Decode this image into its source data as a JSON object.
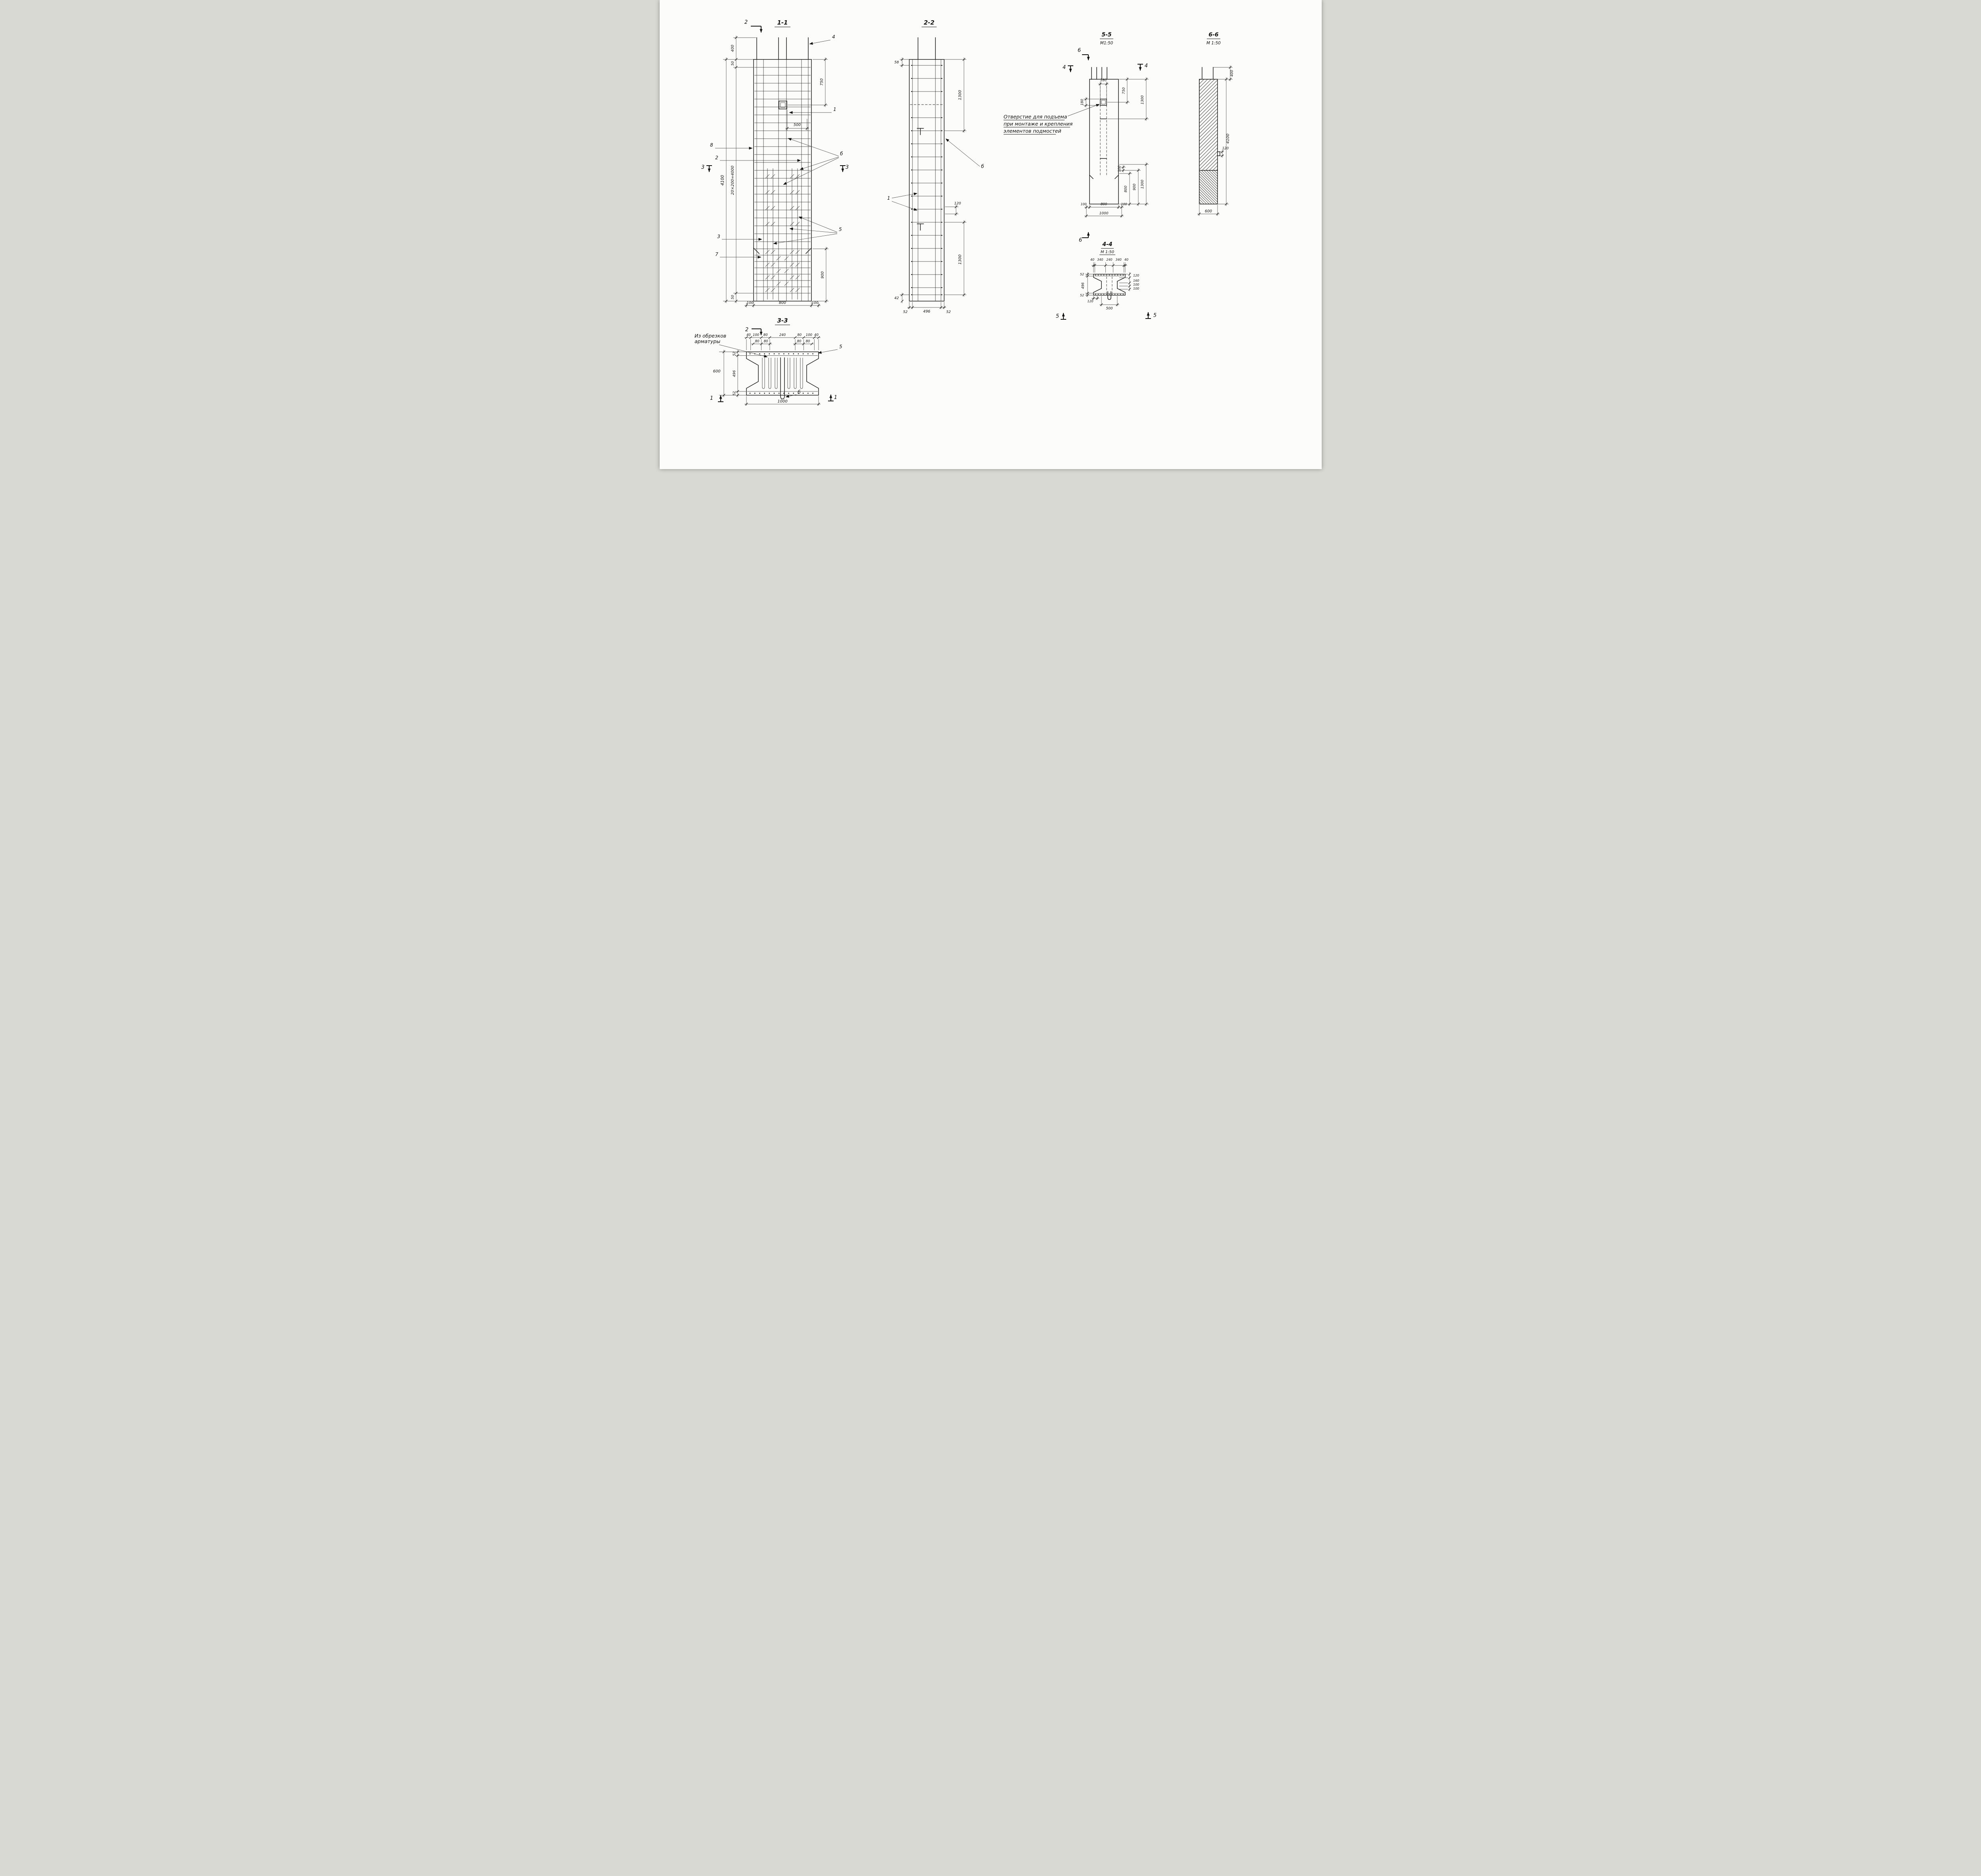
{
  "v11": {
    "title": "1-1",
    "marker_sec2": "2",
    "callout_4": "4",
    "callout_1": "1",
    "callout_8": "8",
    "callout_2": "2",
    "marker_sec3_left": "3",
    "marker_sec3_right": "3",
    "callout_b": "б",
    "callout_3": "3",
    "callout_7": "7",
    "callout_5": "5",
    "dim_top_bar": "400",
    "dim_cover_top": "50",
    "dim_to_hole": "750",
    "dim_hole_offset": "500",
    "dim_total": "4100",
    "dim_spacing": "20×200=4000",
    "dim_embed": "900",
    "dim_cover_bottom": "50",
    "dim_bottom_left": "100",
    "dim_bottom_mid": "800",
    "dim_bottom_right": "100"
  },
  "v22": {
    "title": "2-2",
    "dim_top": "58",
    "dim_upper": "1300",
    "dim_mid": "120",
    "dim_lower": "1300",
    "dim_bottom": "42",
    "dim_w_left": "52",
    "dim_w_mid": "496",
    "dim_w_right": "52",
    "callout_1": "1",
    "callout_b": "б"
  },
  "v33": {
    "title": "3-3",
    "note_line1": "Из обрезков",
    "note_line2": "арматуры",
    "dims_top": [
      "40",
      "100",
      "80",
      "240",
      "80",
      "100",
      "40"
    ],
    "dims_sub": [
      "80",
      "80",
      "80",
      "80"
    ],
    "dim_flange_top": "52",
    "dim_web": "496",
    "dim_flange_bottom": "52",
    "dim_height": "600",
    "dim_width": "1000",
    "marker_sec2": "2",
    "callout_5": "5",
    "callout_b": "б",
    "marker_sec1_left": "1",
    "marker_sec1_right": "1"
  },
  "v55": {
    "title": "5-5",
    "scale": "М1:50",
    "note_line1": "Отверстие для подъема",
    "note_line2": "при монтаже и крепления",
    "note_line3": "элементов подмостей",
    "dim_hole_w": "180",
    "dim_hole_h": "180",
    "dim_to_hole": "750",
    "dim_upper": "1300",
    "dim_step": "100",
    "dim_embed_800": "800",
    "dim_embed_900": "900",
    "dim_lower": "1300",
    "dim_bottom_left": "100",
    "dim_bottom_mid": "800",
    "dim_bottom_right": "100",
    "dim_bottom_total": "1000",
    "marker_sec6_top": "6",
    "marker_sec6_bottom": "6",
    "marker_sec4_left": "4",
    "marker_sec4_right": "4"
  },
  "v44": {
    "title": "4-4",
    "scale": "М 1:50",
    "dims_top": [
      "40",
      "340",
      "240",
      "340",
      "40"
    ],
    "dim_flange_top": "52",
    "dim_web": "496",
    "dim_flange_bottom": "52",
    "dims_right": [
      "120",
      "160",
      "100",
      "100"
    ],
    "dim_chamfer": "120",
    "dim_web_width": "500",
    "marker_sec5_left": "5",
    "marker_sec5_right": "5"
  },
  "v66": {
    "title": "6-6",
    "scale": "M 1:50",
    "dim_top_bar": "400",
    "dim_total": "4100",
    "dim_step": "120",
    "dim_width": "600"
  }
}
